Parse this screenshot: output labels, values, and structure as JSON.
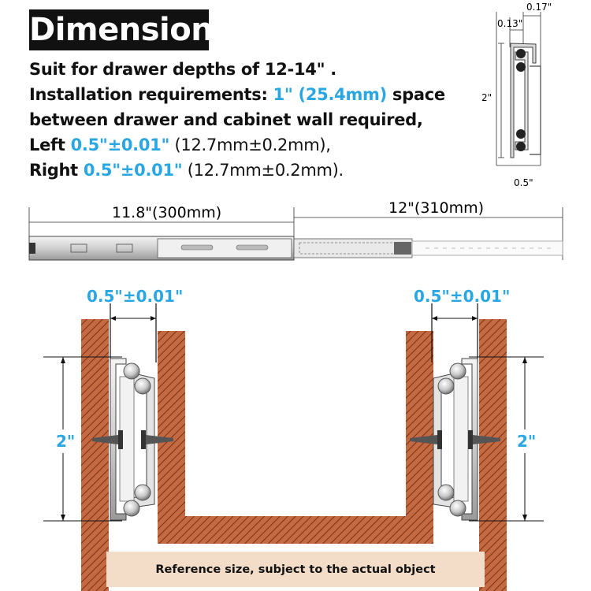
{
  "title": "Dimension",
  "info": {
    "line1": "Suit for drawer depths of 12-14\" .",
    "line2_prefix": "Installation requirements: ",
    "line2_blue": "1\" (25.4mm)",
    "line2_suffix": " space",
    "line3": "between drawer and cabinet wall required,",
    "line4_prefix": "Left ",
    "line4_blue": "0.5\"±0.01\"",
    "line4_suffix": " (12.7mm±0.2mm),",
    "line5_prefix": "Right ",
    "line5_blue": "0.5\"±0.01\"",
    "line5_suffix": " (12.7mm±0.2mm)."
  },
  "cross_section": {
    "top_width": "0.17\"",
    "inner_width": "0.13\"",
    "height": "2\"",
    "bottom_width": "0.5\""
  },
  "slide": {
    "closed_length": "11.8\"(300mm)",
    "extension_length": "12\"(310mm)"
  },
  "installation": {
    "left_gap": "0.5\"±0.01\"",
    "right_gap": "0.5\"±0.01\"",
    "left_height": "2\"",
    "right_height": "2\""
  },
  "caption": "Reference size, subject to the actual object",
  "colors": {
    "accent_blue": "#2aa7e3",
    "wood": "#c0613a",
    "wood_light": "#f3ddc8",
    "title_bg": "#111111"
  }
}
